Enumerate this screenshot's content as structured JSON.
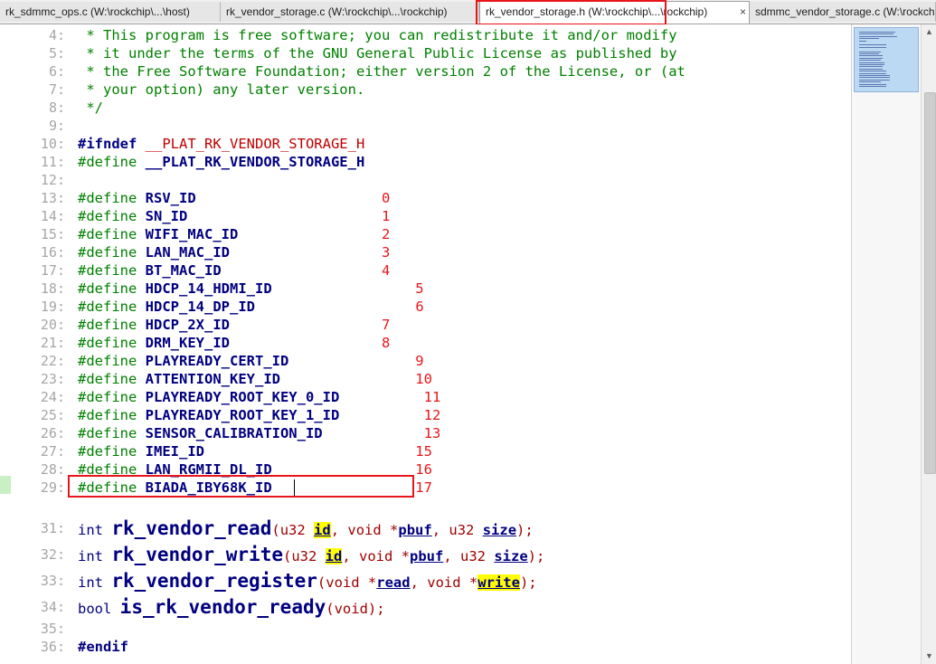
{
  "tabs": [
    {
      "label": "rk_sdmmc_ops.c (W:\\rockchip\\...\\host)"
    },
    {
      "label": "rk_vendor_storage.c (W:\\rockchip\\...\\rockchip)"
    },
    {
      "label": "rk_vendor_storage.h (W:\\rockchip\\...\\rockchip)",
      "close": "×"
    },
    {
      "label": "sdmmc_vendor_storage.c (W:\\rockchip\\...\\rockchip)"
    }
  ],
  "editor": {
    "lines": [
      {
        "n": "4:",
        "t": " * This program is free software; you can redistribute it and/or modify"
      },
      {
        "n": "5:",
        "t": " * it under the terms of the GNU General Public License as published by"
      },
      {
        "n": "6:",
        "t": " * the Free Software Foundation; either version 2 of the License, or (at"
      },
      {
        "n": "7:",
        "t": " * your option) any later version."
      },
      {
        "n": "8:",
        "t": " */"
      },
      {
        "n": "9:",
        "t": ""
      },
      {
        "n": "10:",
        "pp": "#ifndef",
        "m": "__PLAT_RK_VENDOR_STORAGE_H"
      },
      {
        "n": "11:",
        "pp": "#define",
        "m": "__PLAT_RK_VENDOR_STORAGE_H"
      },
      {
        "n": "12:",
        "t": ""
      },
      {
        "n": "13:",
        "pp": "#define",
        "m": "RSV_ID",
        "v": "0"
      },
      {
        "n": "14:",
        "pp": "#define",
        "m": "SN_ID",
        "v": "1"
      },
      {
        "n": "15:",
        "pp": "#define",
        "m": "WIFI_MAC_ID",
        "v": "2"
      },
      {
        "n": "16:",
        "pp": "#define",
        "m": "LAN_MAC_ID",
        "v": "3"
      },
      {
        "n": "17:",
        "pp": "#define",
        "m": "BT_MAC_ID",
        "v": "4"
      },
      {
        "n": "18:",
        "pp": "#define",
        "m": "HDCP_14_HDMI_ID",
        "v": "5"
      },
      {
        "n": "19:",
        "pp": "#define",
        "m": "HDCP_14_DP_ID",
        "v": "6"
      },
      {
        "n": "20:",
        "pp": "#define",
        "m": "HDCP_2X_ID",
        "v": "7"
      },
      {
        "n": "21:",
        "pp": "#define",
        "m": "DRM_KEY_ID",
        "v": "8"
      },
      {
        "n": "22:",
        "pp": "#define",
        "m": "PLAYREADY_CERT_ID",
        "v": "9"
      },
      {
        "n": "23:",
        "pp": "#define",
        "m": "ATTENTION_KEY_ID",
        "v": "10"
      },
      {
        "n": "24:",
        "pp": "#define",
        "m": "PLAYREADY_ROOT_KEY_0_ID",
        "v": "11"
      },
      {
        "n": "25:",
        "pp": "#define",
        "m": "PLAYREADY_ROOT_KEY_1_ID",
        "v": "12"
      },
      {
        "n": "26:",
        "pp": "#define",
        "m": "SENSOR_CALIBRATION_ID",
        "v": "13"
      },
      {
        "n": "27:",
        "pp": "#define",
        "m": "IMEI_ID",
        "v": "15"
      },
      {
        "n": "28:",
        "pp": "#define",
        "m": "LAN_RGMII_DL_ID",
        "v": "16"
      },
      {
        "n": "29:",
        "pp": "#define",
        "m": "BIADA_IBY68K_ID",
        "v": "17"
      },
      {
        "n": "31:",
        "ret": "int",
        "fn": "rk_vendor_read",
        "args": [
          [
            "u32",
            "id"
          ],
          [
            "void *",
            "pbuf"
          ],
          [
            "u32",
            "size"
          ]
        ]
      },
      {
        "n": "32:",
        "ret": "int",
        "fn": "rk_vendor_write",
        "args": [
          [
            "u32",
            "id"
          ],
          [
            "void *",
            "pbuf"
          ],
          [
            "u32",
            "size"
          ]
        ]
      },
      {
        "n": "33:",
        "ret": "int",
        "fn": "rk_vendor_register",
        "args": [
          [
            "void *",
            "read"
          ],
          [
            "void *",
            "write"
          ]
        ]
      },
      {
        "n": "34:",
        "ret": "bool",
        "fn": "is_rk_vendor_ready",
        "args": [
          [
            "void",
            ""
          ]
        ]
      },
      {
        "n": "35:",
        "t": ""
      },
      {
        "n": "36:",
        "pp": "#endif"
      }
    ]
  },
  "colors": {
    "highlight_box": "#e8161b",
    "comment": "#008000",
    "number": "#e8161b",
    "keyword": "#000080"
  }
}
